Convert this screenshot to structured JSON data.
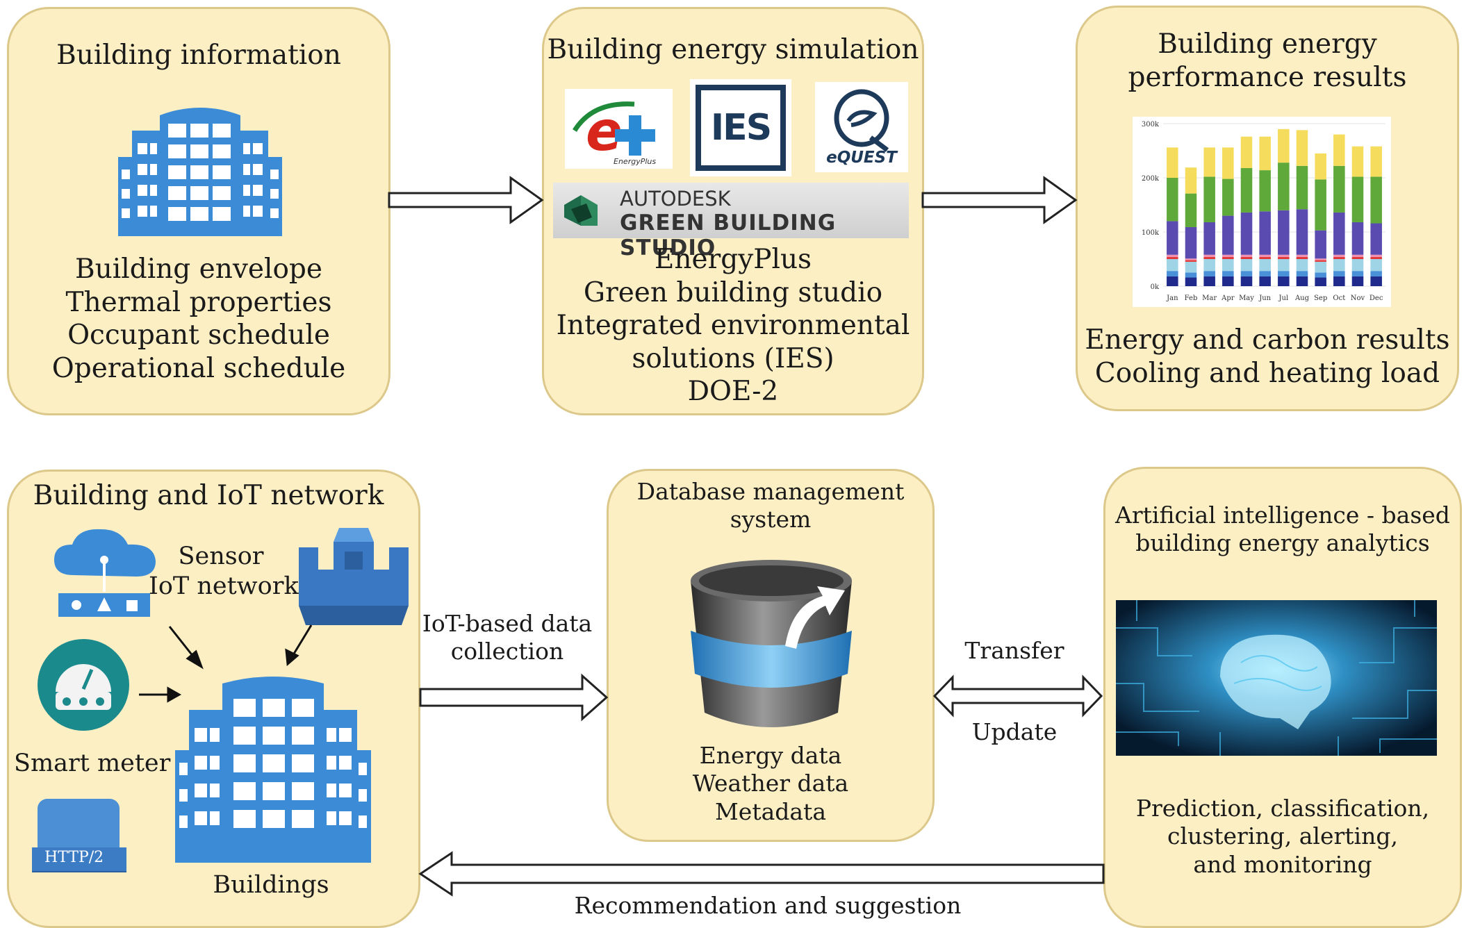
{
  "boxes": {
    "building_info": {
      "title": "Building information",
      "items": [
        "Building envelope",
        "Thermal properties",
        "Occupant schedule",
        "Operational schedule"
      ]
    },
    "simulation": {
      "title": "Building energy simulation",
      "logos": {
        "energyplus": "EnergyPlus",
        "ies": "IES",
        "equest": "eQUEST",
        "autodesk": "AUTODESK",
        "gbs": "GREEN BUILDING STUDIO"
      },
      "items": [
        "EnergyPlus",
        "Green building studio",
        "Integrated environmental",
        "solutions (IES)",
        "DOE-2"
      ]
    },
    "results": {
      "title_lines": [
        "Building energy",
        "performance results"
      ],
      "items": [
        "Energy and carbon results",
        "Cooling and heating load"
      ]
    },
    "iot": {
      "title": "Building and IoT network",
      "sensor_lines": [
        "Sensor",
        "IoT network"
      ],
      "smart_meter": "Smart meter",
      "http": "HTTP/2",
      "buildings": "Buildings"
    },
    "database": {
      "title_lines": [
        "Database management",
        "system"
      ],
      "items": [
        "Energy data",
        "Weather data",
        "Metadata"
      ]
    },
    "ai": {
      "title_lines": [
        "Artificial intelligence - based",
        "building energy analytics"
      ],
      "items": [
        "Prediction, classification,",
        "clustering, alerting,",
        "and monitoring"
      ]
    }
  },
  "arrows": {
    "iot_collection_lines": [
      "IoT-based data",
      "collection"
    ],
    "transfer": "Transfer",
    "update": "Update",
    "recommendation": "Recommendation and suggestion"
  },
  "colors": {
    "box_fill": "#fcefc4",
    "box_border": "#dcc88a",
    "icon_blue": "#3b8bd6",
    "meter_teal": "#1b8a8c"
  },
  "chart_data": {
    "type": "bar",
    "stacked": true,
    "categories": [
      "Jan",
      "Feb",
      "Mar",
      "Apr",
      "May",
      "Jun",
      "Jul",
      "Aug",
      "Sep",
      "Oct",
      "Nov",
      "Dec"
    ],
    "y_tick_labels": [
      "0k",
      "100k",
      "200k",
      "300k"
    ],
    "ylim": [
      0,
      300
    ],
    "series": [
      {
        "color": "#1f2a8c",
        "values": [
          18,
          16,
          18,
          18,
          18,
          18,
          18,
          18,
          16,
          18,
          18,
          18
        ]
      },
      {
        "color": "#4a90d9",
        "values": [
          10,
          9,
          10,
          10,
          10,
          10,
          10,
          10,
          9,
          10,
          10,
          10
        ]
      },
      {
        "color": "#9fd3e6",
        "values": [
          22,
          20,
          22,
          22,
          22,
          22,
          22,
          22,
          20,
          22,
          22,
          22
        ]
      },
      {
        "color": "#e03a3a",
        "values": [
          4,
          3,
          4,
          4,
          4,
          4,
          4,
          4,
          3,
          4,
          4,
          4
        ]
      },
      {
        "color": "#f08fb0",
        "values": [
          4,
          3,
          4,
          4,
          4,
          4,
          4,
          4,
          3,
          4,
          4,
          4
        ]
      },
      {
        "color": "#5a4bb0",
        "values": [
          62,
          58,
          60,
          72,
          78,
          80,
          82,
          84,
          52,
          78,
          60,
          58
        ]
      },
      {
        "color": "#5fa83a",
        "values": [
          80,
          62,
          84,
          68,
          82,
          76,
          88,
          80,
          94,
          86,
          84,
          86
        ]
      },
      {
        "color": "#f5dc5c",
        "values": [
          56,
          48,
          54,
          58,
          58,
          62,
          62,
          66,
          48,
          58,
          56,
          56
        ]
      }
    ]
  }
}
